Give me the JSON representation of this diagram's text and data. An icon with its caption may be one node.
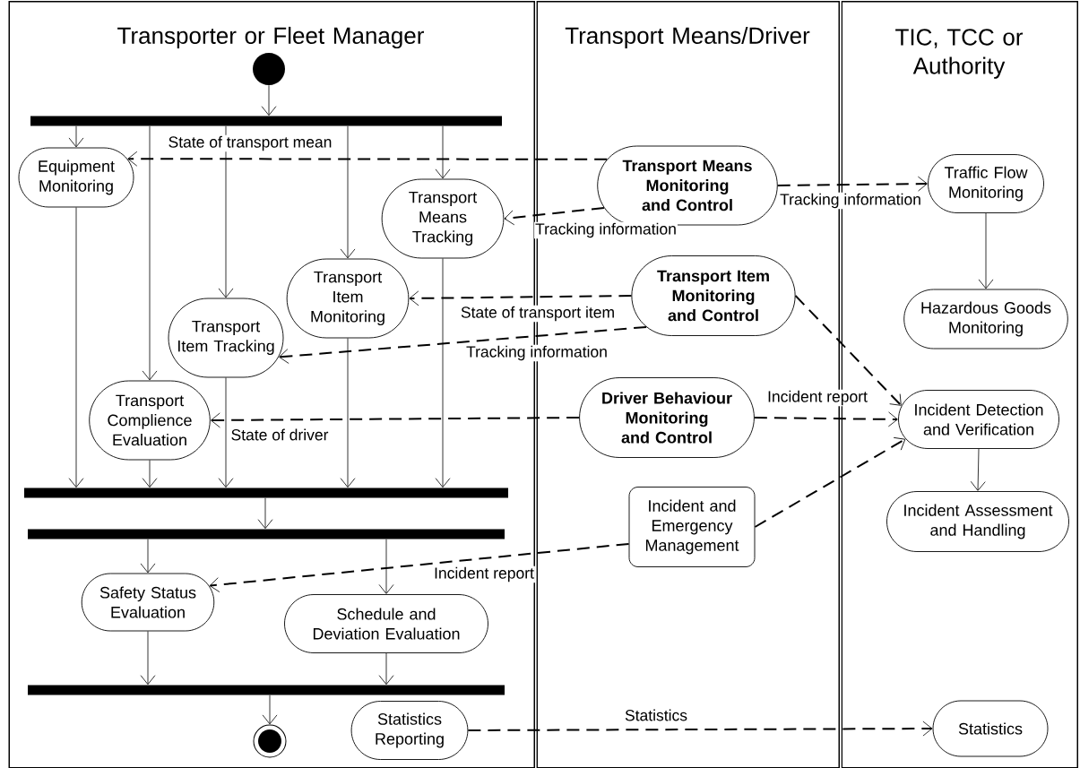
{
  "diagram": {
    "nodes": [
      {
        "text": [
          "Transporter or Fleet Manager"
        ]
      },
      {
        "text": [
          "Transport Means/Driver"
        ]
      },
      {
        "text": [
          "TIC, TCC or Authority"
        ]
      },
      {
        "text": [],
        "shape": "circle",
        "in": 0
      },
      {
        "text": [],
        "shape": "bar",
        "in": 0
      },
      {
        "text": [
          "Equipment Monitoring"
        ],
        "in": 0
      },
      {
        "text": [
          "Transport Means Tracking"
        ],
        "in": 0
      },
      {
        "text": [
          "Transport Item Monitoring"
        ],
        "in": 0
      },
      {
        "text": [
          "Transport Item Tracking"
        ],
        "in": 0
      },
      {
        "text": [
          "Transport Complience Evaluation"
        ],
        "in": 0
      },
      {
        "text": [],
        "shape": "bar",
        "in": 0
      },
      {
        "text": [],
        "shape": "bar",
        "in": 0
      },
      {
        "text": [
          "Safety Status Evaluation"
        ],
        "in": 0
      },
      {
        "text": [
          "Schedule and Deviation Evaluation"
        ],
        "in": 0
      },
      {
        "text": [],
        "shape": "bar",
        "in": 0
      },
      {
        "text": [],
        "shape": "circle",
        "in": 0
      },
      {
        "text": [
          "Statistics Reporting"
        ],
        "in": 0
      },
      {
        "text": [
          "Transport Means Monitoring and Control"
        ],
        "in": 1
      },
      {
        "text": [
          "Transport Item Monitoring and Control"
        ],
        "in": 1
      },
      {
        "text": [
          "Driver Behaviour Monitoring and Control"
        ],
        "in": 1
      },
      {
        "text": [
          "Incident and Emergency Management"
        ],
        "in": 1
      },
      {
        "text": [
          "Traffic Flow Monitoring"
        ],
        "in": 2
      },
      {
        "text": [
          "Hazardous Goods Monitoring"
        ],
        "in": 2
      },
      {
        "text": [
          "Incident Detection and Verification"
        ],
        "in": 2
      },
      {
        "text": [
          "Incident Assessment and Handling"
        ],
        "in": 2
      },
      {
        "text": [
          "Statistics"
        ],
        "in": 2
      }
    ],
    "edges": [
      {
        "from": 3,
        "to": 4,
        "arrow": "to"
      },
      {
        "from": 4,
        "to": 5,
        "arrow": "to"
      },
      {
        "from": 4,
        "to": 9,
        "arrow": "to"
      },
      {
        "from": 4,
        "to": 8,
        "arrow": "to"
      },
      {
        "from": 4,
        "to": 7,
        "arrow": "to"
      },
      {
        "from": 4,
        "to": 6,
        "arrow": "to"
      },
      {
        "from": 17,
        "to": 5,
        "arrow": "to",
        "style": "dashed",
        "label": "State of transport mean"
      },
      {
        "from": 17,
        "to": 6,
        "arrow": "to",
        "style": "dashed",
        "label": "Tracking information"
      },
      {
        "from": 17,
        "to": 21,
        "arrow": "to",
        "style": "dashed",
        "label": "Tracking information"
      },
      {
        "from": 21,
        "to": 22,
        "arrow": "to"
      },
      {
        "from": 18,
        "to": 7,
        "arrow": "to",
        "style": "dashed",
        "label": "State of transport item"
      },
      {
        "from": 18,
        "to": 8,
        "arrow": "to",
        "style": "dashed",
        "label": "Tracking information"
      },
      {
        "from": 18,
        "to": 23,
        "arrow": "to",
        "style": "dashed"
      },
      {
        "from": 19,
        "to": 9,
        "arrow": "to",
        "style": "dashed",
        "label": "State of driver"
      },
      {
        "from": 19,
        "to": 23,
        "arrow": "to",
        "style": "dashed",
        "label": "Incident report"
      },
      {
        "from": 20,
        "to": 23,
        "arrow": "to",
        "style": "dashed"
      },
      {
        "from": 20,
        "to": 12,
        "arrow": "to",
        "style": "dashed",
        "label": "Incident report"
      },
      {
        "from": 5,
        "to": 10,
        "arrow": "to"
      },
      {
        "from": 9,
        "to": 10,
        "arrow": "to"
      },
      {
        "from": 8,
        "to": 10,
        "arrow": "to"
      },
      {
        "from": 7,
        "to": 10,
        "arrow": "to"
      },
      {
        "from": 6,
        "to": 10,
        "arrow": "to"
      },
      {
        "from": 10,
        "to": 11,
        "arrow": "to"
      },
      {
        "from": 11,
        "to": 12,
        "arrow": "to"
      },
      {
        "from": 11,
        "to": 13,
        "arrow": "to"
      },
      {
        "from": 12,
        "to": 14,
        "arrow": "to"
      },
      {
        "from": 13,
        "to": 14,
        "arrow": "to"
      },
      {
        "from": 14,
        "to": 15,
        "arrow": "to"
      },
      {
        "from": 23,
        "to": 24,
        "arrow": "to"
      },
      {
        "from": 16,
        "to": 25,
        "arrow": "to",
        "style": "dashed",
        "label": "Statistics"
      }
    ]
  }
}
